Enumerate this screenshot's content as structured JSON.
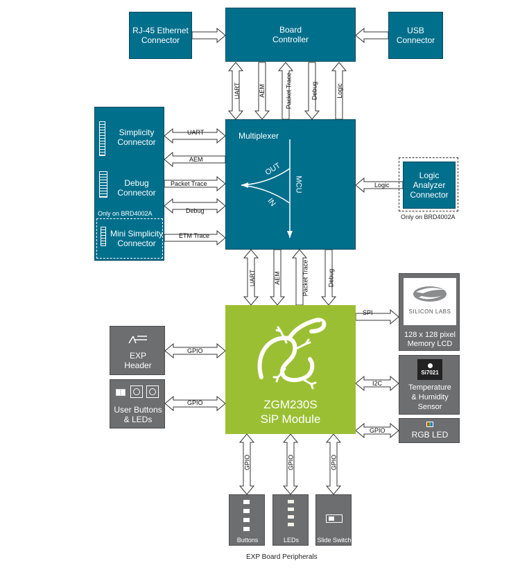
{
  "blocks": {
    "rj45": [
      "RJ-45 Ethernet",
      "Connector"
    ],
    "board_controller": [
      "Board",
      "Controller"
    ],
    "usb": [
      "USB",
      "Connector"
    ],
    "simplicity": [
      "Simplicity",
      "Connector"
    ],
    "debug": [
      "Debug",
      "Connector"
    ],
    "mini_simplicity": [
      "Mini Simplicity",
      "Connector"
    ],
    "only_on_left": "Only on BRD4002A",
    "multiplexer": "Multiplexer",
    "mux_out": "OUT",
    "mux_in": "IN",
    "mux_mcu": "MCU",
    "logic_analyzer": [
      "Logic",
      "Analyzer",
      "Connector"
    ],
    "only_on_right": "Only on BRD4002A",
    "silicon_labs_logo": "SILICON LABS",
    "memory_lcd": [
      "128 x 128 pixel",
      "Memory LCD"
    ],
    "si7021_chip": "Si7021",
    "temp_sensor": [
      "Temperature",
      "& Humidity",
      "Sensor"
    ],
    "rgb_led": "RGB LED",
    "exp_header": [
      "EXP",
      "Header"
    ],
    "user_buttons": [
      "User Buttons",
      "& LEDs"
    ],
    "zgm": [
      "ZGM230S",
      "SiP Module"
    ],
    "periph_buttons": "Buttons",
    "periph_leds": "LEDs",
    "periph_switch": "Slide Switch",
    "periph_caption": "EXP Board Peripherals"
  },
  "links": {
    "bc_uart": "UART",
    "bc_aem": "AEM",
    "bc_packet_trace": "Packet Trace",
    "bc_debug": "Debug",
    "bc_logic": "Logic",
    "left_uart": "UART",
    "left_aem": "AEM",
    "left_packet_trace": "Packet Trace",
    "left_debug": "Debug",
    "left_etm_trace": "ETM Trace",
    "right_logic": "Logic",
    "mux_uart": "UART",
    "mux_aem": "AEM",
    "mux_packet_trace": "Packet Trace",
    "mux_debug": "Debug",
    "spi": "SPI",
    "i2c": "I2C",
    "rgb_gpio": "GPIO",
    "exp_gpio": "GPIO",
    "ub_gpio": "GPIO",
    "periph_gpio_1": "GPIO",
    "periph_gpio_2": "GPIO",
    "periph_gpio_3": "GPIO"
  },
  "colors": {
    "teal": "#006f8c",
    "gray": "#6d6e70",
    "green": "#9bbf33",
    "arrow_fill": "#ffffff",
    "arrow_stroke": "#333333"
  }
}
